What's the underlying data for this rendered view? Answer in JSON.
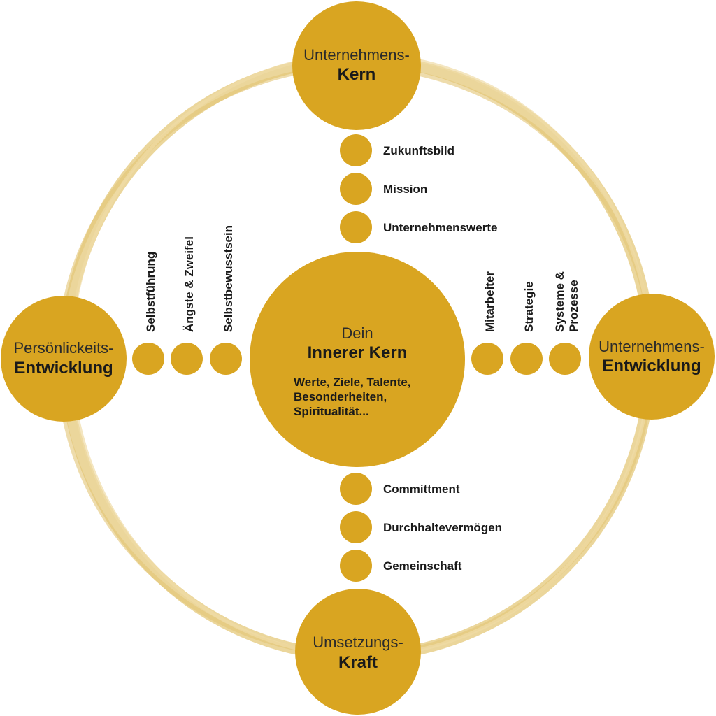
{
  "colors": {
    "gold": "#d9a521",
    "ring": "#e8cf8a"
  },
  "center": {
    "light": "Dein",
    "bold": "Innerer Kern",
    "sub": [
      "Werte, Ziele, Talente,",
      "Besonderheiten,",
      "Spiritualität..."
    ]
  },
  "top_node": {
    "light": "Unternehmens-",
    "bold": "Kern"
  },
  "right_node": {
    "light": "Unternehmens-",
    "bold": "Entwicklung"
  },
  "bottom_node": {
    "light": "Umsetzungs-",
    "bold": "Kraft"
  },
  "left_node": {
    "light": "Persönlickeits-",
    "bold": "Entwicklung"
  },
  "top_items": [
    "Zukunftsbild",
    "Mission",
    "Unternehmenswerte"
  ],
  "bottom_items": [
    "Committment",
    "Durchhaltevermögen",
    "Gemeinschaft"
  ],
  "left_items": [
    "Selbstführung",
    "Ängste & Zweifel",
    "Selbstbewusstsein"
  ],
  "right_items": [
    "Mitarbeiter",
    "Strategie",
    "Systeme &",
    "Prozesse"
  ]
}
